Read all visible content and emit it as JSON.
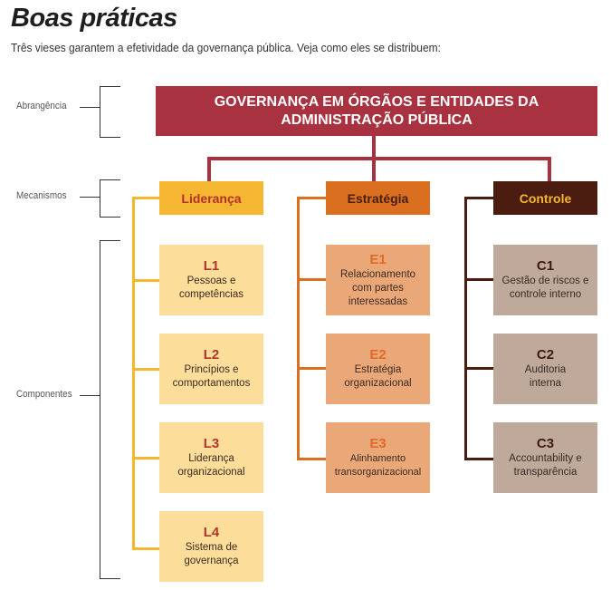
{
  "title": "Boas práticas",
  "subtitle": "Três vieses garantem a efetividade da governança pública. Veja como eles se distribuem:",
  "levels": {
    "abrangencia": "Abrangência",
    "mecanismos": "Mecanismos",
    "componentes": "Componentes"
  },
  "top": {
    "line1": "GOVERNANÇA EM ÓRGÃOS E ENTIDADES DA",
    "line2": "ADMINISTRAÇÃO PÚBLICA",
    "color": "#a8323f"
  },
  "mechanisms": [
    {
      "label": "Liderança",
      "color": "#f5b731",
      "components": [
        {
          "code": "L1",
          "text": "Pessoas e competências"
        },
        {
          "code": "L2",
          "text": "Princípios e comportamentos"
        },
        {
          "code": "L3",
          "text": "Liderança organizacional"
        },
        {
          "code": "L4",
          "text": "Sistema de governança"
        }
      ]
    },
    {
      "label": "Estratégia",
      "color": "#d96f1f",
      "components": [
        {
          "code": "E1",
          "text": "Relacionamento com partes interessadas"
        },
        {
          "code": "E2",
          "text": "Estratégia organizacional"
        },
        {
          "code": "E3",
          "text": "Alinhamento transorganizacional"
        }
      ]
    },
    {
      "label": "Controle",
      "color": "#4a1d10",
      "components": [
        {
          "code": "C1",
          "text": "Gestão de riscos e controle interno"
        },
        {
          "code": "C2",
          "text": "Auditoria interna"
        },
        {
          "code": "C3",
          "text": "Accountability e transparência"
        }
      ]
    }
  ]
}
